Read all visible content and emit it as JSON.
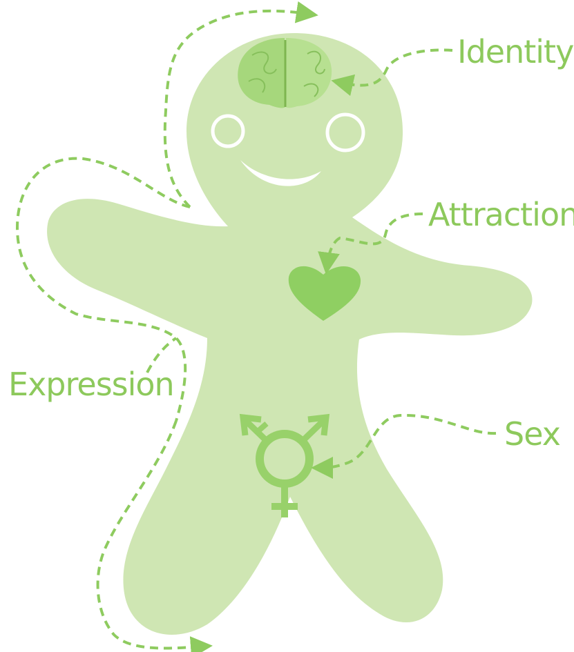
{
  "labels": {
    "identity": "Identity",
    "attraction": "Attraction",
    "sex": "Sex",
    "expression": "Expression"
  },
  "colors": {
    "body": "#cfe6b3",
    "accent": "#8ecb5f",
    "label": "#8dc95c",
    "face": "#ffffff",
    "heart": "#8fcf62",
    "brain": "#9dd46f"
  },
  "icons": {
    "brain": "brain-icon",
    "heart": "heart-icon",
    "sex_symbol": "transgender-symbol-icon"
  }
}
